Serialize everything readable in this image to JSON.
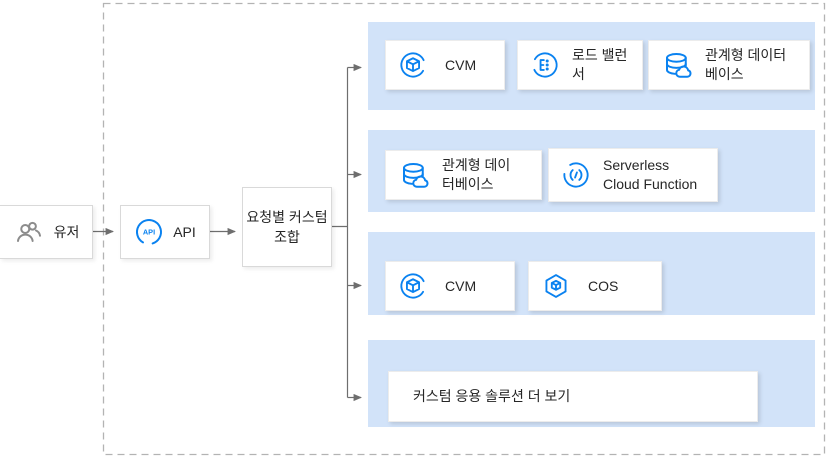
{
  "colors": {
    "icon_blue": "#0a82f0",
    "panel_blue": "#d2e3f9",
    "line_gray": "#6e6e6e",
    "dash_gray": "#b3b3b3",
    "text_dark": "#262626",
    "user_icon_gray": "#8c8c8c"
  },
  "flow": {
    "user": {
      "label": "유저",
      "icon": "users-icon"
    },
    "api": {
      "label": "API",
      "icon": "api-icon"
    },
    "combiner": {
      "label": "요청별 커스텀\n조합"
    }
  },
  "solution_rows": [
    {
      "cards": [
        {
          "icon": "cvm-icon",
          "label": "CVM"
        },
        {
          "icon": "load-balancer-icon",
          "label": "로드 밸런서"
        },
        {
          "icon": "database-icon",
          "label": "관계형 데이터\n베이스"
        }
      ]
    },
    {
      "cards": [
        {
          "icon": "database-icon",
          "label": "관계형 데이\n터베이스"
        },
        {
          "icon": "serverless-icon",
          "label": "Serverless\nCloud Function"
        }
      ]
    },
    {
      "cards": [
        {
          "icon": "cvm-icon",
          "label": "CVM"
        },
        {
          "icon": "cos-icon",
          "label": "COS"
        }
      ]
    },
    {
      "cards": [
        {
          "icon": null,
          "label": "커스텀 응용 솔루션 더 보기"
        }
      ]
    }
  ]
}
